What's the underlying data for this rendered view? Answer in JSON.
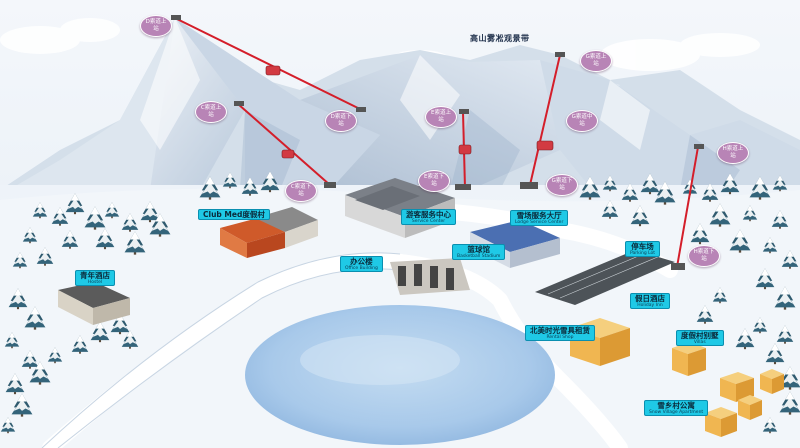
{
  "map": {
    "title": "高山雾凇观景带",
    "stations": [
      {
        "id": "d-top",
        "text": "D索道上站"
      },
      {
        "id": "d-bottom",
        "text": "D索道下站"
      },
      {
        "id": "c-top",
        "text": "C索道上站"
      },
      {
        "id": "c-bottom",
        "text": "C索道下站"
      },
      {
        "id": "e-top",
        "text": "E索道上站"
      },
      {
        "id": "e-bottom",
        "text": "E索道下站"
      },
      {
        "id": "g-top",
        "text": "G索道上站"
      },
      {
        "id": "g-mid",
        "text": "G索道中站"
      },
      {
        "id": "g-bottom",
        "text": "G索道下站"
      },
      {
        "id": "h-top",
        "text": "H索道上站"
      },
      {
        "id": "h-bottom",
        "text": "H索道下站"
      }
    ],
    "landmarks": [
      {
        "id": "club-med",
        "zh": "Club Med度假村",
        "en": ""
      },
      {
        "id": "service-center",
        "zh": "游客服务中心",
        "en": "Service Center"
      },
      {
        "id": "lodge-hall",
        "zh": "雪场服务大厅",
        "en": "Lodge Service Center"
      },
      {
        "id": "stadium",
        "zh": "篮球馆",
        "en": "Basketball Stadium"
      },
      {
        "id": "office",
        "zh": "办公楼",
        "en": "Office Building"
      },
      {
        "id": "parking",
        "zh": "停车场",
        "en": "Parking Lot"
      },
      {
        "id": "hotel",
        "zh": "假日酒店",
        "en": "Holiday Inn"
      },
      {
        "id": "rental",
        "zh": "北美时光雪具租赁",
        "en": "Rental Shop"
      },
      {
        "id": "villa",
        "zh": "度假村别墅",
        "en": "Villas"
      },
      {
        "id": "apartment",
        "zh": "雪乡村公寓",
        "en": "Snow Village Apartment"
      },
      {
        "id": "hostel",
        "zh": "青年酒店",
        "en": "Hostel"
      }
    ]
  }
}
